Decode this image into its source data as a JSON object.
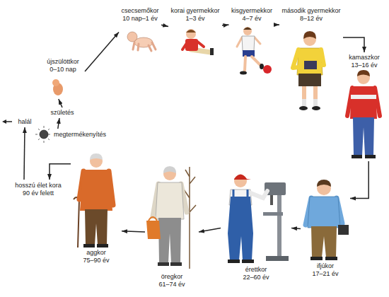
{
  "diagram": {
    "nodes": [
      {
        "text": [
          "megtermékenyítés"
        ]
      },
      {
        "text": [
          "születés"
        ]
      },
      {
        "text": [
          "újszülöttkor",
          "0–10 nap"
        ]
      },
      {
        "text": [
          "csecsemőkor",
          "10 nap–1 év"
        ]
      },
      {
        "text": [
          "korai gyermekkor",
          "1–3 év"
        ]
      },
      {
        "text": [
          "kisgyermekkor",
          "4–7 év"
        ]
      },
      {
        "text": [
          "második gyermekkor",
          "8–12 év"
        ]
      },
      {
        "text": [
          "kamaszkor",
          "13–16 év"
        ]
      },
      {
        "text": [
          "ifjúkor",
          "17–21 év"
        ]
      },
      {
        "text": [
          "érettkor",
          "22–60 év"
        ]
      },
      {
        "text": [
          "öregkor",
          "61–74 év"
        ]
      },
      {
        "text": [
          "aggkor",
          "75–90 év"
        ]
      },
      {
        "text": [
          "hosszú élet kora",
          "90 év felett"
        ]
      },
      {
        "text": [
          "halál"
        ]
      }
    ],
    "edges": [
      {
        "from": 0,
        "to": 1,
        "arrow": "to"
      },
      {
        "from": 1,
        "to": 2,
        "arrow": "to"
      },
      {
        "from": 2,
        "to": 3,
        "arrow": "to"
      },
      {
        "from": 3,
        "to": 4,
        "arrow": "to"
      },
      {
        "from": 4,
        "to": 5,
        "arrow": "to"
      },
      {
        "from": 5,
        "to": 6,
        "arrow": "to"
      },
      {
        "from": 6,
        "to": 7,
        "arrow": "to"
      },
      {
        "from": 7,
        "to": 8,
        "arrow": "to"
      },
      {
        "from": 8,
        "to": 9,
        "arrow": "to"
      },
      {
        "from": 9,
        "to": 10,
        "arrow": "to"
      },
      {
        "from": 10,
        "to": 11,
        "arrow": "to"
      },
      {
        "from": 11,
        "to": 12,
        "arrow": "to"
      },
      {
        "from": 12,
        "to": 13,
        "arrow": "to"
      }
    ]
  }
}
